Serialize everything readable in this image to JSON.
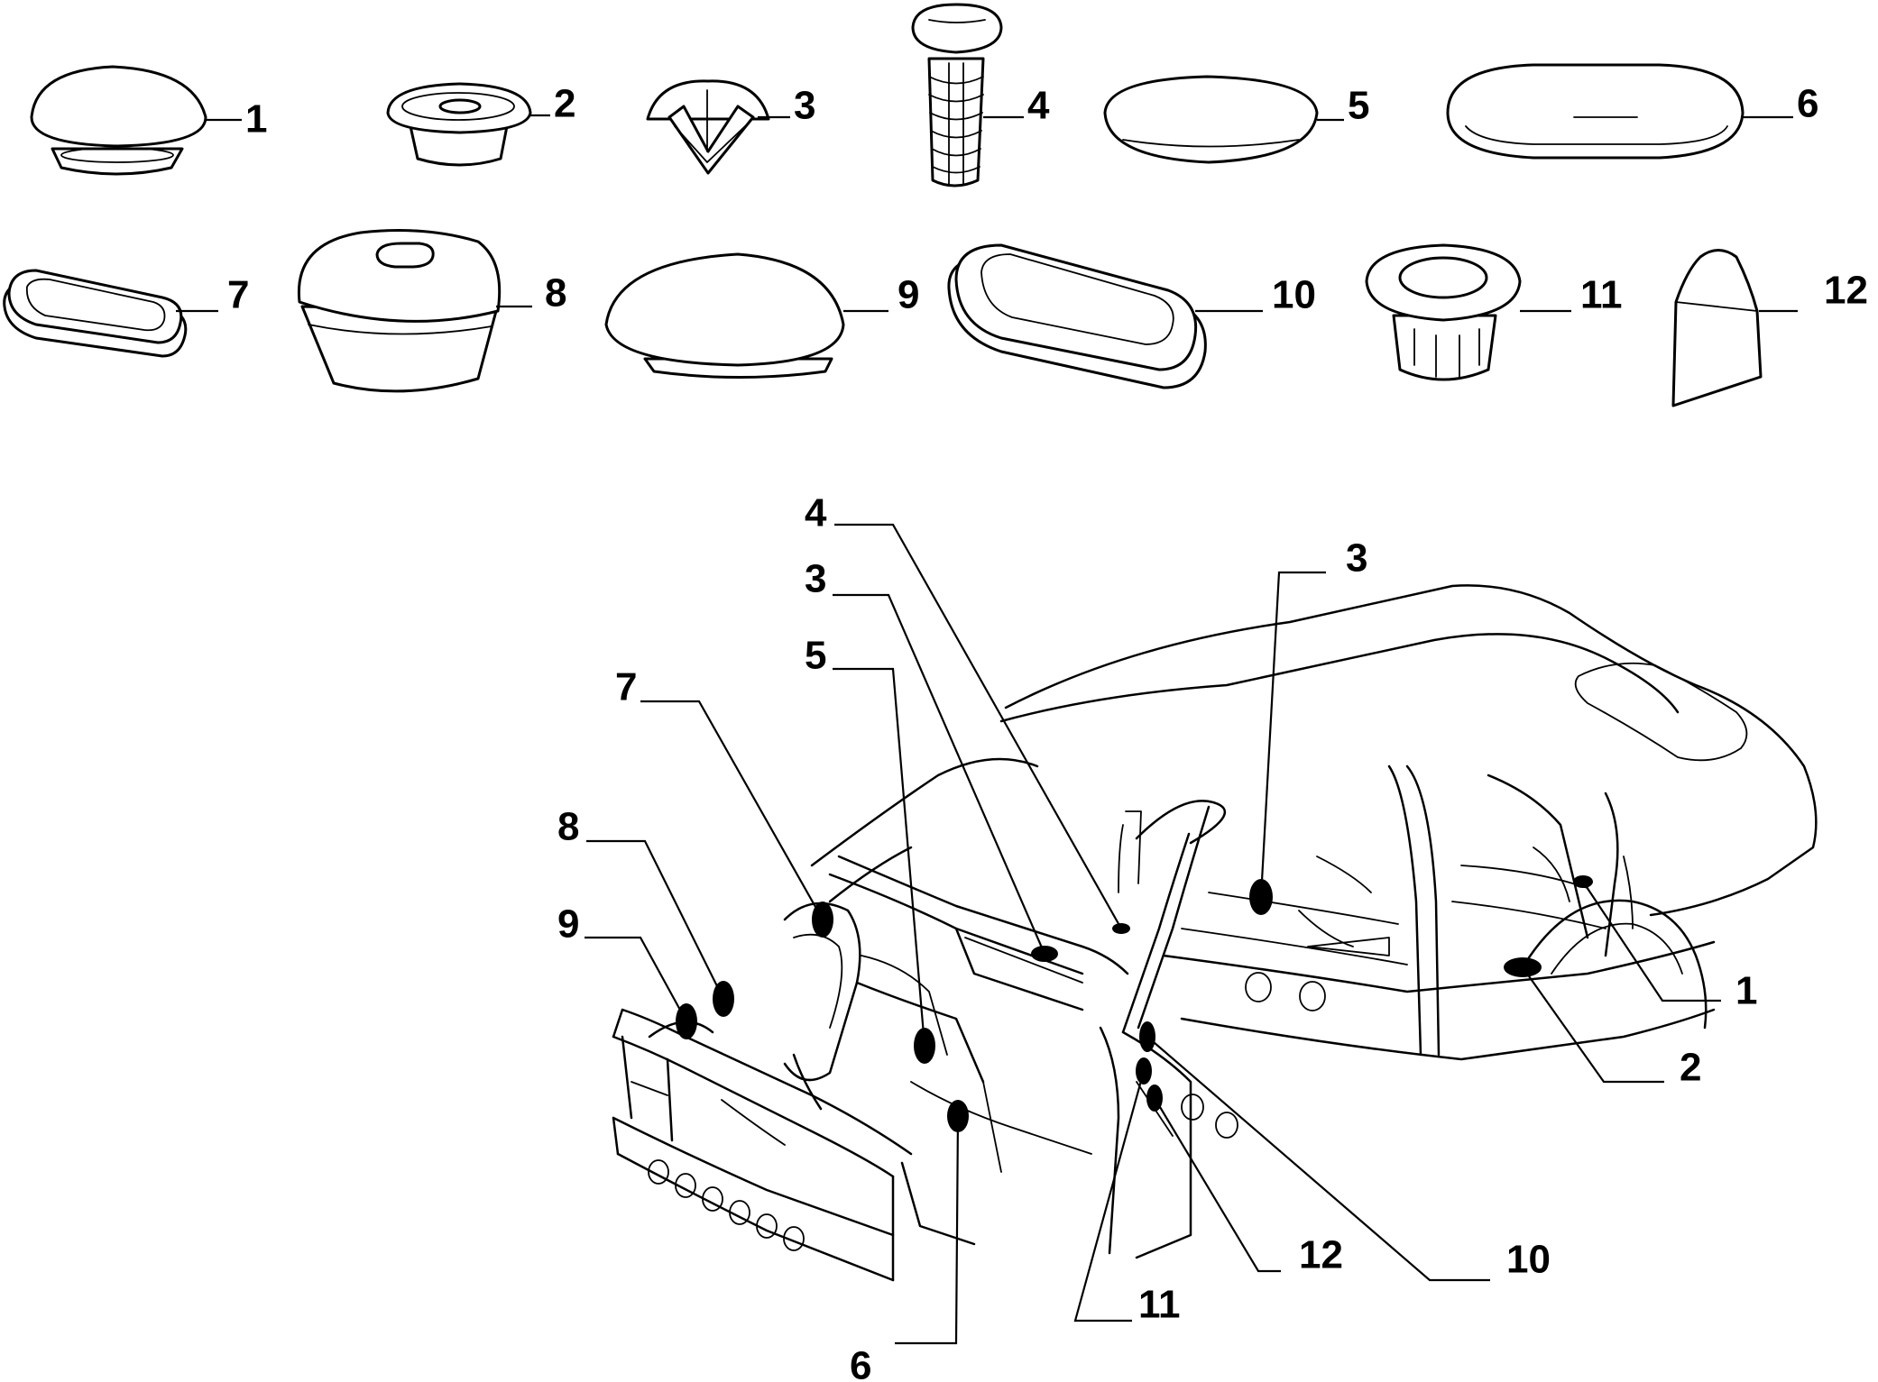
{
  "parts": [
    {
      "key": "p1",
      "label": "1"
    },
    {
      "key": "p2",
      "label": "2"
    },
    {
      "key": "p3",
      "label": "3"
    },
    {
      "key": "p4",
      "label": "4"
    },
    {
      "key": "p5",
      "label": "5"
    },
    {
      "key": "p6",
      "label": "6"
    },
    {
      "key": "p7",
      "label": "7"
    },
    {
      "key": "p8",
      "label": "8"
    },
    {
      "key": "p9",
      "label": "9"
    },
    {
      "key": "p10",
      "label": "10"
    },
    {
      "key": "p11",
      "label": "11"
    },
    {
      "key": "p12",
      "label": "12"
    }
  ],
  "callouts": [
    {
      "label": "4"
    },
    {
      "label": "3"
    },
    {
      "label": "5"
    },
    {
      "label": "7"
    },
    {
      "label": "8"
    },
    {
      "label": "9"
    },
    {
      "label": "3"
    },
    {
      "label": "1"
    },
    {
      "label": "2"
    },
    {
      "label": "12"
    },
    {
      "label": "10"
    },
    {
      "label": "11"
    },
    {
      "label": "6"
    }
  ]
}
